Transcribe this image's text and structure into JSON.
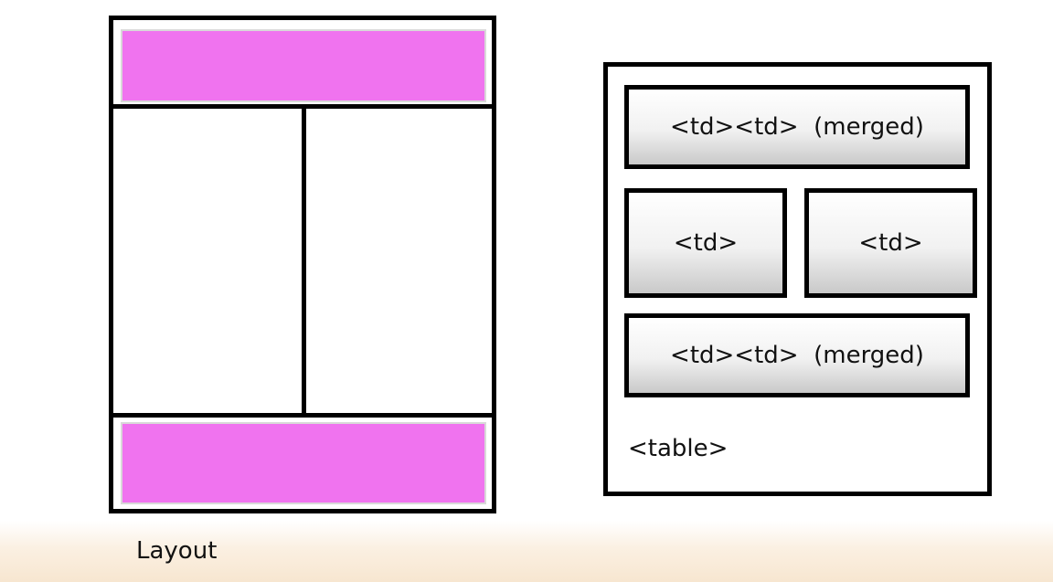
{
  "layout_diagram": {
    "caption": "Layout",
    "band_color": "#f073ef"
  },
  "table_diagram": {
    "caption": "<table>",
    "rows": [
      {
        "cells": [
          "<td><td>  (merged)"
        ]
      },
      {
        "cells": [
          "<td>",
          "<td>"
        ]
      },
      {
        "cells": [
          "<td><td>  (merged)"
        ]
      }
    ]
  }
}
